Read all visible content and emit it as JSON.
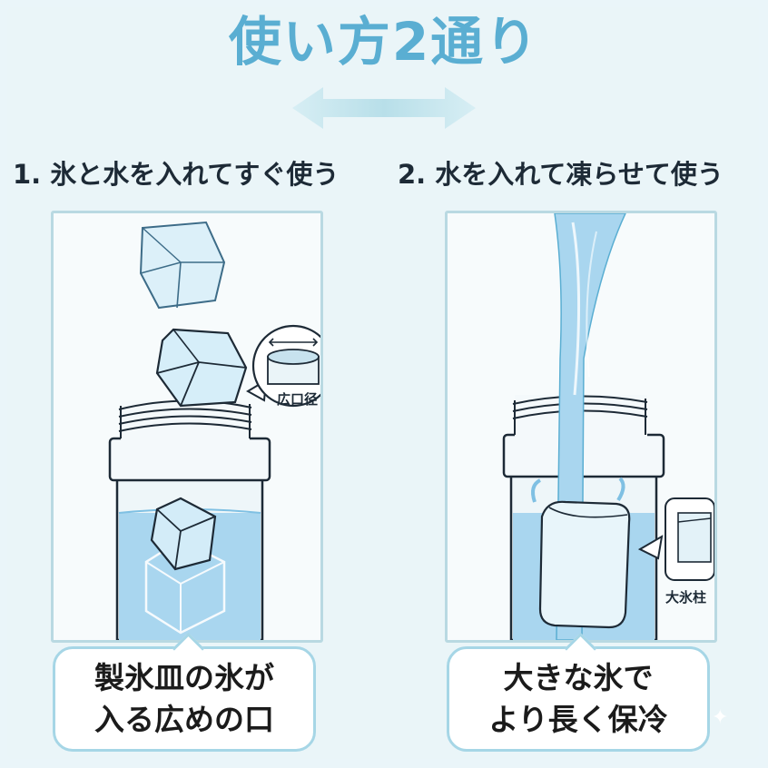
{
  "title": "使い方2通り",
  "methods": [
    {
      "heading": "1. 氷と水を入れてすぐ使う",
      "callout_label": "広口径",
      "caption_lines": [
        "製氷皿の氷が",
        "入る広めの口"
      ]
    },
    {
      "heading": "2. 水を入れて凍らせて使う",
      "callout_label": "大氷柱",
      "caption_lines": [
        "大きな氷で",
        "より長く保冷"
      ]
    }
  ],
  "icons": {
    "double_arrow": "double-arrow-icon",
    "ice_cube": "ice-cube-icon",
    "bottle": "bottle-icon",
    "wide_mouth": "wide-mouth-icon",
    "water_stream": "water-stream-icon",
    "ice_column": "ice-column-icon",
    "sparkle": "sparkle-icon"
  },
  "colors": {
    "title": "#5aaed2",
    "water": "#a9d6ef",
    "border": "#b9d9e2",
    "outline": "#1d2a36"
  }
}
